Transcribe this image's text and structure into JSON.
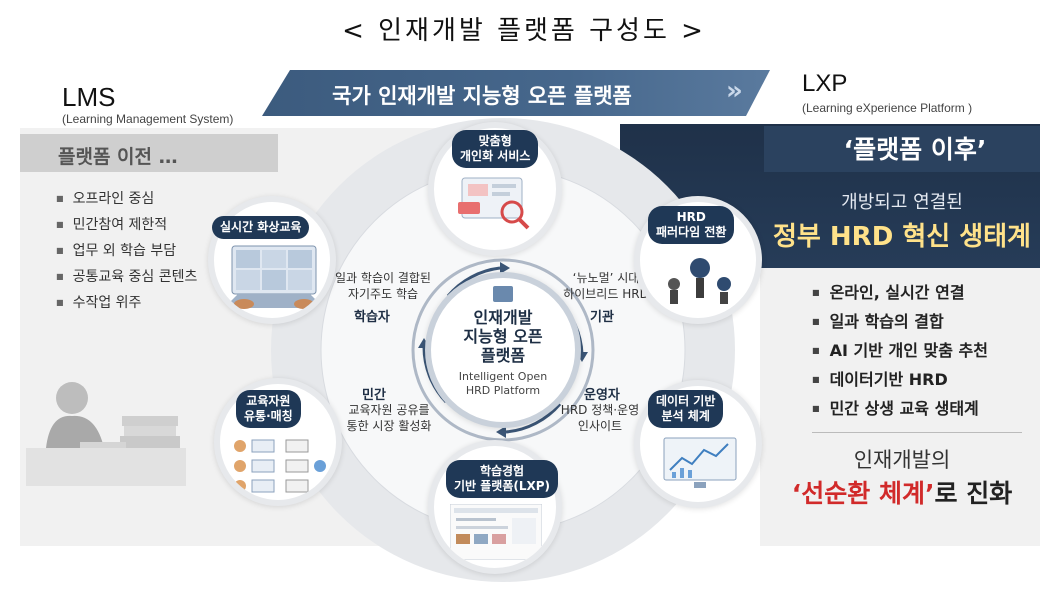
{
  "title": "< 인재개발  플랫폼  구성도 >",
  "banner": {
    "text": "국가 인재개발 지능형 오픈 플랫폼",
    "arrows": "»"
  },
  "lms": {
    "title": "LMS",
    "subtitle": "(Learning Management System)",
    "before_label": "플랫폼 이전 …",
    "items": [
      "오프라인 중심",
      "민간참여 제한적",
      "업무 외 학습 부담",
      "공통교육 중심 콘텐츠",
      "수작업 위주"
    ]
  },
  "lxp": {
    "title": "LXP",
    "subtitle": "(Learning eXperience Platform )",
    "after_label": "‘플랫폼 이후’",
    "open_label": "개방되고 연결된",
    "gov_label": "정부 HRD 혁신 생태계",
    "items": [
      "온라인, 실시간 연결",
      "일과 학습의 결합",
      "AI 기반 개인 맞춤 추천",
      "데이터기반 HRD",
      "민간 상생 교육 생태계"
    ],
    "evolution_line1": "인재개발의",
    "evolution_highlight": "‘선순환 체계’",
    "evolution_suffix": "로 진화"
  },
  "center": {
    "title_lines": [
      "인재개발",
      "지능형 오픈",
      "플랫폼"
    ],
    "sub_lines": [
      "Intelligent Open",
      "HRD Platform"
    ]
  },
  "nodes": {
    "custom": "맞춤형\n개인화 서비스",
    "hrd_paradigm": "HRD\n패러다임 전환",
    "data_analysis": "데이터 기반\n분석 체계",
    "lxp_platform": "학습경험\n기반 플랫폼(LXP)",
    "resource_match": "교육자원\n유통·매칭",
    "live_video": "실시간 화상교육"
  },
  "roles": {
    "learner": "학습자",
    "learner_desc": "일과 학습이 결합된\n자기주도 학습",
    "agency": "기관",
    "agency_desc": "‘뉴노멀’ 시대\n하이브리드 HRD",
    "private": "민간",
    "private_desc": "교육자원 공유를\n통한 시장 활성화",
    "operator": "운영자",
    "operator_desc": "HRD 정책·운영\n인사이트"
  },
  "colors": {
    "navy": "#1f3856",
    "banner": "#46678c",
    "lxp_dark": "#263c58",
    "gold": "#ffe28a",
    "red": "#d12a2a"
  }
}
